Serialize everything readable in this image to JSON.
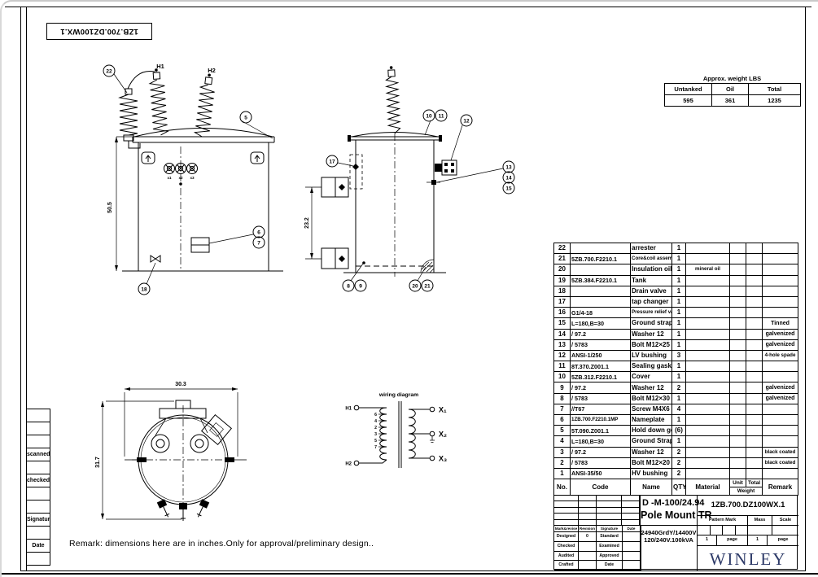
{
  "page": {
    "rotated_drawing_number": "1ZB.700.DZ100WX.1",
    "remark": "Remark: dimensions here are in inches.Only for approval/preliminary design..",
    "margin_labels": [
      "",
      "",
      "",
      "scanned",
      "",
      "checked",
      "",
      "",
      "Signature",
      "",
      "Date",
      ""
    ]
  },
  "weight_table": {
    "title": "Approx. weight LBS",
    "headers": [
      "Untanked",
      "Oil",
      "Total"
    ],
    "values": [
      "595",
      "361",
      "1235"
    ]
  },
  "callouts": {
    "c5": "5",
    "c6": "6",
    "c7": "7",
    "c8": "8",
    "c9": "9",
    "c10": "10",
    "c11": "11",
    "c12": "12",
    "c13": "13",
    "c14": "14",
    "c15": "15",
    "c17": "17",
    "c18": "18",
    "c20": "20",
    "c21": "21",
    "c22": "22"
  },
  "dimensions": {
    "front_height": "50.5",
    "side_bracket_spacing": "23.2",
    "top_width": "30.3",
    "top_depth": "31.7"
  },
  "front_view": {
    "h1": "H1",
    "h2": "H2",
    "x1": "x1",
    "x2": "x2",
    "x3": "x3"
  },
  "wiring_diagram": {
    "title": "wiring diagram",
    "h1": "H1",
    "h2": "H2",
    "x1": "X₁",
    "x2": "X₂",
    "x3": "X₃",
    "taps": [
      "6",
      "4",
      "2",
      "3",
      "5",
      "7"
    ]
  },
  "parts_table": {
    "headers": {
      "no": "No.",
      "code": "Code",
      "name": "Name",
      "qty": "QTY",
      "material": "Material",
      "unit": "Unit",
      "total": "Total",
      "weight": "Weight",
      "remark": "Remark"
    },
    "rows": [
      {
        "no": "22",
        "code": "",
        "name": "arrester",
        "qty": "1",
        "material": "",
        "unit": "",
        "total": "",
        "remark": ""
      },
      {
        "no": "21",
        "code": "5ZB.700.F2210.1",
        "name": "Core&coil assembly",
        "qty": "1",
        "material": "",
        "unit": "",
        "total": "",
        "remark": ""
      },
      {
        "no": "20",
        "code": "",
        "name": "Insulation oil",
        "qty": "1",
        "material": "mineral oil",
        "unit": "",
        "total": "",
        "remark": ""
      },
      {
        "no": "19",
        "code": "5ZB.384.F2210.1",
        "name": "Tank",
        "qty": "1",
        "material": "",
        "unit": "",
        "total": "",
        "remark": ""
      },
      {
        "no": "18",
        "code": "",
        "name": "Drain valve",
        "qty": "1",
        "material": "",
        "unit": "",
        "total": "",
        "remark": ""
      },
      {
        "no": "17",
        "code": "",
        "name": "tap changer",
        "qty": "1",
        "material": "",
        "unit": "",
        "total": "",
        "remark": ""
      },
      {
        "no": "16",
        "code": "G1/4-18",
        "name": "Pressure relief valve",
        "qty": "1",
        "material": "",
        "unit": "",
        "total": "",
        "remark": ""
      },
      {
        "no": "15",
        "code": "L=180,B=30",
        "name": "Ground strap",
        "qty": "1",
        "material": "",
        "unit": "",
        "total": "",
        "remark": "Tinned"
      },
      {
        "no": "14",
        "code": "/ 97.2",
        "name": "Washer 12",
        "qty": "1",
        "material": "",
        "unit": "",
        "total": "",
        "remark": "galvenized"
      },
      {
        "no": "13",
        "code": "/ 5783",
        "name": "Bolt M12×25",
        "qty": "1",
        "material": "",
        "unit": "",
        "total": "",
        "remark": "galvenized"
      },
      {
        "no": "12",
        "code": "ANSI-1/250",
        "name": "LV bushing",
        "qty": "3",
        "material": "",
        "unit": "",
        "total": "",
        "remark": "4-hole spade"
      },
      {
        "no": "11",
        "code": "8T.370.Z001.1",
        "name": "Sealing gasket",
        "qty": "1",
        "material": "",
        "unit": "",
        "total": "",
        "remark": ""
      },
      {
        "no": "10",
        "code": "5ZB.312.F2210.1",
        "name": "Cover",
        "qty": "1",
        "material": "",
        "unit": "",
        "total": "",
        "remark": ""
      },
      {
        "no": "9",
        "code": "/ 97.2",
        "name": "Washer 12",
        "qty": "2",
        "material": "",
        "unit": "",
        "total": "",
        "remark": "galvenized"
      },
      {
        "no": "8",
        "code": "/ 5783",
        "name": "Bolt M12×30",
        "qty": "1",
        "material": "",
        "unit": "",
        "total": "",
        "remark": "galvenized"
      },
      {
        "no": "7",
        "code": "//T67",
        "name": "Screw M4X6",
        "qty": "4",
        "material": "",
        "unit": "",
        "total": "",
        "remark": ""
      },
      {
        "no": "6",
        "code": "1ZB.700.F2210.1MP",
        "name": "Nameplate",
        "qty": "1",
        "material": "",
        "unit": "",
        "total": "",
        "remark": ""
      },
      {
        "no": "5",
        "code": "5T.090.Z001.1",
        "name": "Hold down gear",
        "qty": "(6)",
        "material": "",
        "unit": "",
        "total": "",
        "remark": ""
      },
      {
        "no": "4",
        "code": "L=180,B=30",
        "name": "Ground Strap",
        "qty": "1",
        "material": "",
        "unit": "",
        "total": "",
        "remark": ""
      },
      {
        "no": "3",
        "code": "/ 97.2",
        "name": "Washer 12",
        "qty": "2",
        "material": "",
        "unit": "",
        "total": "",
        "remark": "black coated"
      },
      {
        "no": "2",
        "code": "/ 5783",
        "name": "Bolt M12×20",
        "qty": "2",
        "material": "",
        "unit": "",
        "total": "",
        "remark": "black coated"
      },
      {
        "no": "1",
        "code": "ANSI-35/50",
        "name": "HV bushing",
        "qty": "2",
        "material": "",
        "unit": "",
        "total": "",
        "remark": ""
      }
    ]
  },
  "title_block": {
    "model": "D -M-100/24.94",
    "product": "Pole Mount TR",
    "rating_line1": "24940GrdY/14400V",
    "rating_line2": "120/240V.100kVA",
    "drawing_number": "1ZB.700.DZ100WX.1",
    "col_pattern_mark": "Pattern Mark",
    "col_mass": "Mass",
    "col_scale": "Scale",
    "page_row": [
      "1",
      "page",
      "1",
      "page"
    ],
    "company": "WINLEY",
    "approval": {
      "header": [
        "Mark&revise",
        "Revision",
        "Signature",
        "Date"
      ],
      "rows": [
        [
          "Designed",
          "0",
          "Standard",
          ""
        ],
        [
          "Checked",
          "",
          "Examined",
          ""
        ],
        [
          "Audited",
          "",
          "Approved",
          ""
        ],
        [
          "Crafted",
          "",
          "Date",
          ""
        ]
      ]
    }
  }
}
